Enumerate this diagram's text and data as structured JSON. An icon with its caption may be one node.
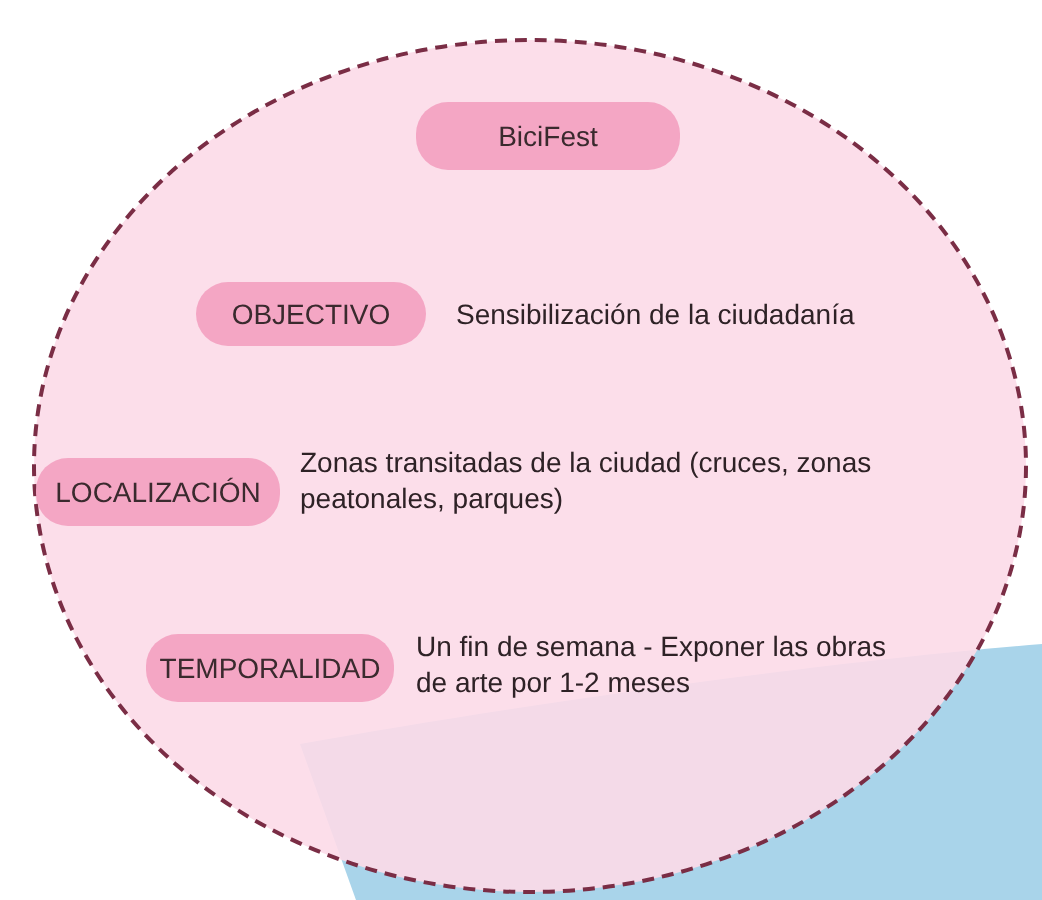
{
  "diagram": {
    "nodes": [
      {
        "text": [],
        "shape": "ellipse"
      },
      {
        "text": [
          "BiciFest"
        ],
        "in": 0
      },
      {
        "text": [
          "OBJECTIVO"
        ],
        "in": 0,
        "beside": [
          "Sensibilización de la ciudadanía"
        ]
      },
      {
        "text": [
          "LOCALIZACIÓN"
        ],
        "in": 0,
        "beside": [
          "Zonas transitadas de la ciudad (cruces, zonas peatonales, parques)"
        ]
      },
      {
        "text": [
          "TEMPORALIDAD"
        ],
        "in": 0,
        "beside": [
          "Un fin de semana - Exponer las obras de arte por 1-2 meses"
        ]
      }
    ]
  }
}
